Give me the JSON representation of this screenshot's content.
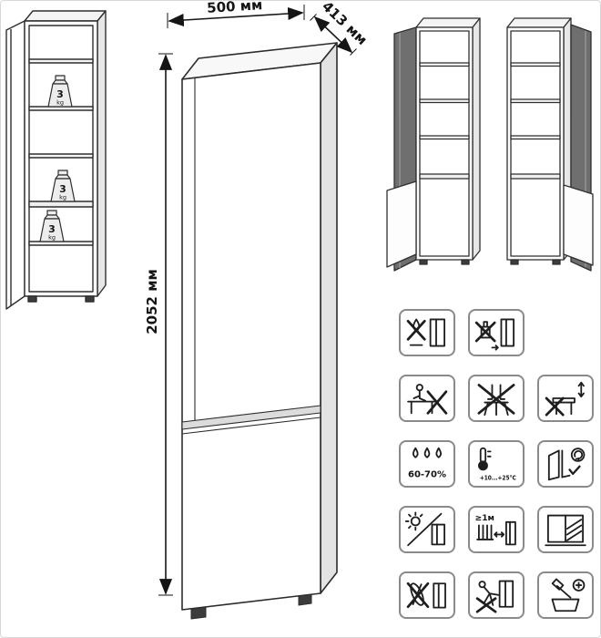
{
  "page": {
    "outline_color": "#2f2f2f",
    "side_fill": "#e5e5e5",
    "open_door_fill": "#6f6f6f",
    "cell_border": "#8a8a8a"
  },
  "dimensions": {
    "width": "500 мм",
    "depth": "413 мм",
    "height": "2052 мм"
  },
  "shelf_load": {
    "value": "3",
    "unit": "kg"
  },
  "care": {
    "humidity": "60-70%",
    "temperature": "+10...+25°С",
    "distance": "≥1м",
    "icons": [
      "no-wet-cleaning-icon",
      "no-solvent-icon",
      "no-sitting-icon",
      "no-standing-icon",
      "no-tilt-icon",
      "humidity-icon",
      "temperature-icon",
      "quiet-door-icon",
      "no-sun-icon",
      "heater-distance-icon",
      "window-icon",
      "no-feather-icon",
      "no-dragging-icon",
      "tools-box-icon"
    ]
  }
}
